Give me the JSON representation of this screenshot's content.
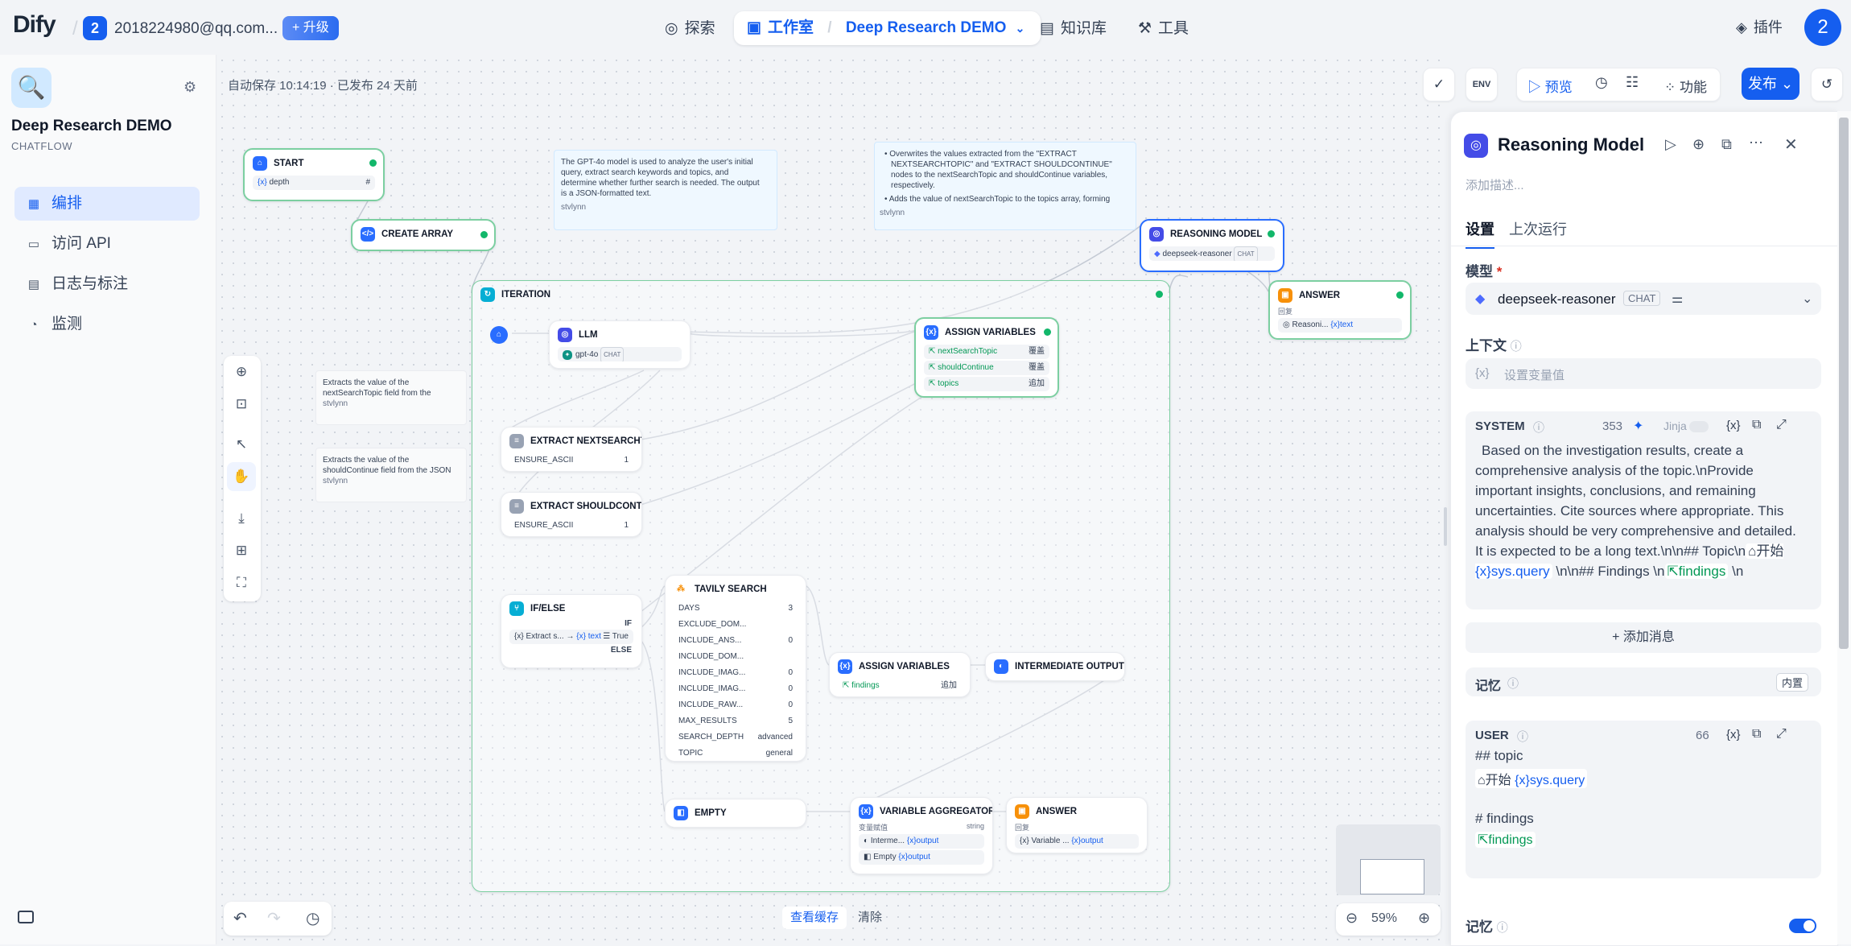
{
  "topbar": {
    "logo": "Dify",
    "workspace_badge": "2",
    "workspace_name": "2018224980@qq.com...",
    "upgrade": "升级",
    "nav": {
      "explore": "探索",
      "studio": "工作室",
      "app_name": "Deep Research DEMO",
      "knowledge": "知识库",
      "tools": "工具"
    },
    "plugins": "插件",
    "avatar": "2"
  },
  "sidebar": {
    "app_title": "Deep Research DEMO",
    "app_type": "CHATFLOW",
    "items": [
      {
        "label": "编排",
        "icon": "layout-icon"
      },
      {
        "label": "访问 API",
        "icon": "terminal-icon"
      },
      {
        "label": "日志与标注",
        "icon": "log-icon"
      },
      {
        "label": "监测",
        "icon": "gauge-icon"
      }
    ]
  },
  "canvas": {
    "autosave": "自动保存 10:14:19 · 已发布 24 天前",
    "toolbar": {
      "env": "ENV",
      "preview": "预览",
      "features": "功能",
      "publish": "发布"
    },
    "bottom": {
      "view_cache": "查看缓存",
      "clear": "清除",
      "zoom": "59%"
    },
    "notes": {
      "n1": "The GPT-4o model is used to analyze the user's initial query, extract search keywords and topics, and determine whether further search is needed. The output is a JSON-formatted text.",
      "n1_author": "stvlynn",
      "n2_b1": "Overwrites the values extracted from the \"EXTRACT NEXTSEARCHTOPIC\" and \"EXTRACT SHOULDCONTINUE\" nodes to the nextSearchTopic and shouldContinue variables, respectively.",
      "n2_b2": "Adds the value of nextSearchTopic to the topics array, forming",
      "n2_author": "stvlynn",
      "n3": "Extracts the value of the nextSearchTopic field from the JSON string output by the LLM",
      "n3_author": "stvlynn",
      "n4": "Extracts the value of the shouldContinue field from the JSON string output by the LLM",
      "n4_author": "stvlynn"
    },
    "nodes": {
      "start": {
        "title": "START",
        "var": "depth",
        "badge": "#"
      },
      "create_array": {
        "title": "CREATE ARRAY"
      },
      "iteration": {
        "title": "ITERATION"
      },
      "llm": {
        "title": "LLM",
        "model": "gpt-4o",
        "tag": "CHAT"
      },
      "assign1": {
        "title": "ASSIGN VARIABLES",
        "vars": [
          "nextSearchTopic",
          "shouldContinue",
          "topics"
        ],
        "ops": [
          "覆盖",
          "覆盖",
          "追加"
        ]
      },
      "extract_next": {
        "title": "EXTRACT NEXTSEARCHTOPIC",
        "param": "ENSURE_ASCII",
        "value": "1"
      },
      "extract_should": {
        "title": "EXTRACT SHOULDCONTINUE",
        "param": "ENSURE_ASCII",
        "value": "1"
      },
      "ifelse": {
        "title": "IF/ELSE",
        "if": "IF",
        "else": "ELSE",
        "cond_var": "Extract s...",
        "cond_field": "text",
        "cond_val": "True"
      },
      "tavily": {
        "title": "TAVILY SEARCH",
        "params": [
          {
            "k": "DAYS",
            "v": "3"
          },
          {
            "k": "EXCLUDE_DOM...",
            "v": ""
          },
          {
            "k": "INCLUDE_ANS...",
            "v": "0"
          },
          {
            "k": "INCLUDE_DOM...",
            "v": ""
          },
          {
            "k": "INCLUDE_IMAG...",
            "v": "0"
          },
          {
            "k": "INCLUDE_IMAG...",
            "v": "0"
          },
          {
            "k": "INCLUDE_RAW...",
            "v": "0"
          },
          {
            "k": "MAX_RESULTS",
            "v": "5"
          },
          {
            "k": "SEARCH_DEPTH",
            "v": "advanced"
          },
          {
            "k": "TOPIC",
            "v": "general"
          }
        ]
      },
      "assign2": {
        "title": "ASSIGN VARIABLES",
        "var": "findings",
        "op": "追加"
      },
      "intermediate": {
        "title": "INTERMEDIATE OUTPUT FC"
      },
      "empty": {
        "title": "EMPTY"
      },
      "aggregator": {
        "title": "VARIABLE AGGREGATOR",
        "label": "变量赋值",
        "type": "string",
        "r1": "Interme...",
        "r1v": "output",
        "r2": "Empty",
        "r2v": "output"
      },
      "answer_inner": {
        "title": "ANSWER",
        "label": "回复",
        "src": "Variable ...",
        "srcv": "output"
      },
      "reasoning": {
        "title": "REASONING MODEL",
        "model": "deepseek-reasoner",
        "tag": "CHAT"
      },
      "answer": {
        "title": "ANSWER",
        "label": "回复",
        "src": "Reasoni...",
        "srcv": "text"
      }
    }
  },
  "panel": {
    "title": "Reasoning Model",
    "desc_placeholder": "添加描述...",
    "tabs": [
      "设置",
      "上次运行"
    ],
    "model_label": "模型",
    "model_name": "deepseek-reasoner",
    "model_tag": "CHAT",
    "context_label": "上下文",
    "context_placeholder": "设置变量值",
    "system": {
      "label": "SYSTEM",
      "count": "353",
      "jinja": "Jinja",
      "text": "Based on the investigation results, create a comprehensive analysis of the topic.\\nProvide important insights, conclusions, and remaining uncertainties. Cite sources where appropriate. This analysis should be very comprehensive and detailed. It is expected to be a long text.\\n\\n## Topic\\n",
      "var1_node": "开始",
      "var1": "sys.query",
      "mid": "\\n\\n## Findings \\n",
      "var2": "findings",
      "tail": "\\n"
    },
    "add_message": "添加消息",
    "memory_label": "记忆",
    "memory_badge": "内置",
    "user": {
      "label": "USER",
      "count": "66",
      "line1": "## topic",
      "var1_node": "开始",
      "var1": "sys.query",
      "line2": "# findings",
      "var2": "findings"
    },
    "memory_label2": "记忆"
  },
  "colors": {
    "accent": "#155eef",
    "success": "#12b76a",
    "canvas_bg": "#f2f4f7"
  }
}
